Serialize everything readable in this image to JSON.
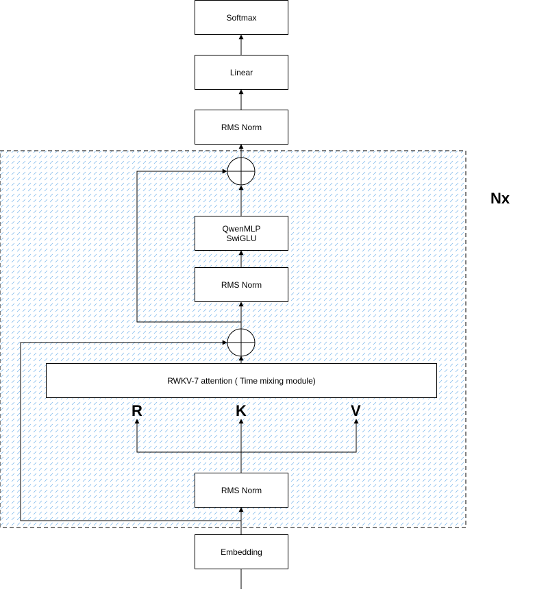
{
  "boxes": {
    "softmax": "Softmax",
    "linear": "Linear",
    "rms_norm_final": "RMS Norm",
    "qwen_mlp": "QwenMLP\nSwiGLU",
    "rms_norm_mlp": "RMS Norm",
    "rwkv_attention": "RWKV-7 attention ( Time mixing module)",
    "rms_norm_attn": "RMS Norm",
    "embedding": "Embedding"
  },
  "labels": {
    "repeat": "Nx",
    "r": "R",
    "k": "K",
    "v": "V"
  },
  "colors": {
    "hatch": "#6aaee8",
    "line": "#000000",
    "background": "#ffffff"
  }
}
